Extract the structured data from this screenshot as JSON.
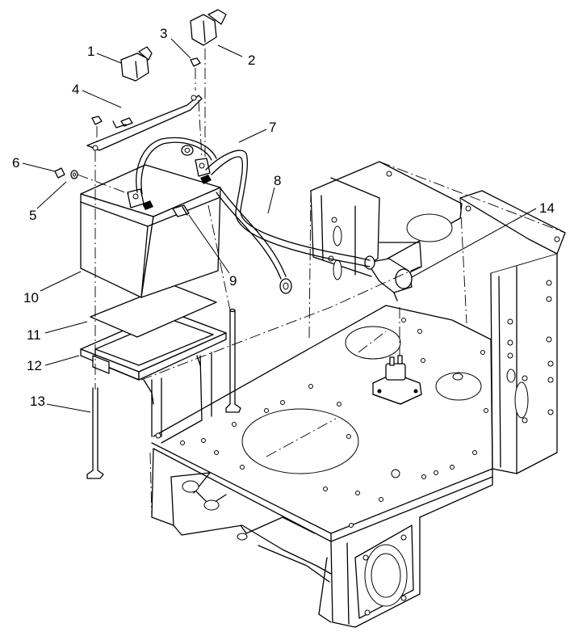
{
  "diagram": {
    "type": "exploded-parts-view",
    "callouts": [
      {
        "id": "callout-1",
        "label": "1"
      },
      {
        "id": "callout-2",
        "label": "2"
      },
      {
        "id": "callout-3",
        "label": "3"
      },
      {
        "id": "callout-4",
        "label": "4"
      },
      {
        "id": "callout-5",
        "label": "5"
      },
      {
        "id": "callout-6",
        "label": "6"
      },
      {
        "id": "callout-7",
        "label": "7"
      },
      {
        "id": "callout-8",
        "label": "8"
      },
      {
        "id": "callout-9",
        "label": "9"
      },
      {
        "id": "callout-10",
        "label": "10"
      },
      {
        "id": "callout-11",
        "label": "11"
      },
      {
        "id": "callout-12",
        "label": "12"
      },
      {
        "id": "callout-13",
        "label": "13"
      },
      {
        "id": "callout-14",
        "label": "14"
      }
    ],
    "colors": {
      "line": "#000000",
      "background": "#ffffff"
    }
  }
}
